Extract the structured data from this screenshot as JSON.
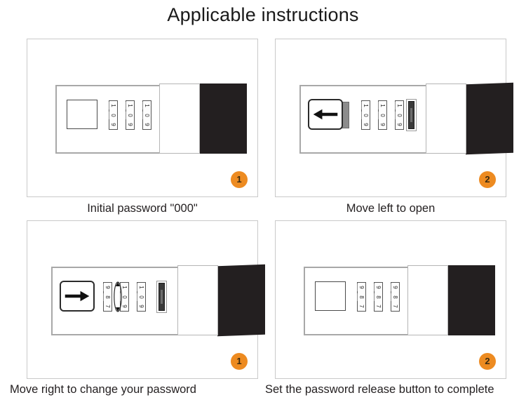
{
  "title": "Applicable instructions",
  "colors": {
    "badge_orange": "#ed8b21",
    "strap_black": "#231f20",
    "panel_border": "#c9c9c9",
    "lock_body_border": "#a8a8a8"
  },
  "panels": [
    {
      "badge": "1",
      "caption": "Initial password \"000\"",
      "dials": [
        {
          "digits": [
            "1",
            "0",
            "9"
          ]
        },
        {
          "digits": [
            "1",
            "0",
            "9"
          ]
        },
        {
          "digits": [
            "1",
            "0",
            "9"
          ]
        }
      ],
      "plate_icon": "square-plate-icon",
      "arrow_icon": "none",
      "release_button": "absent",
      "rotation_indicator": "absent"
    },
    {
      "badge": "2",
      "caption": "Move left to open",
      "dials": [
        {
          "digits": [
            "1",
            "0",
            "9"
          ]
        },
        {
          "digits": [
            "1",
            "0",
            "9"
          ]
        },
        {
          "digits": [
            "1",
            "0",
            "9"
          ]
        }
      ],
      "plate_icon": "slider-button",
      "arrow_icon": "arrow-left-icon",
      "release_button": "present",
      "rotation_indicator": "absent"
    },
    {
      "badge": "1",
      "caption": "Move right to change your password",
      "dials": [
        {
          "digits": [
            "9",
            "8",
            "7"
          ]
        },
        {
          "digits": [
            "1",
            "0",
            "9"
          ]
        },
        {
          "digits": [
            "1",
            "0",
            "9"
          ]
        }
      ],
      "plate_icon": "slider-button",
      "arrow_icon": "arrow-right-icon",
      "release_button": "present",
      "rotation_indicator": "present"
    },
    {
      "badge": "2",
      "caption": "Set the password release button to complete",
      "dials": [
        {
          "digits": [
            "9",
            "8",
            "7"
          ]
        },
        {
          "digits": [
            "9",
            "8",
            "7"
          ]
        },
        {
          "digits": [
            "9",
            "8",
            "7"
          ]
        }
      ],
      "plate_icon": "square-plate-icon",
      "arrow_icon": "none",
      "release_button": "absent",
      "rotation_indicator": "absent"
    }
  ]
}
